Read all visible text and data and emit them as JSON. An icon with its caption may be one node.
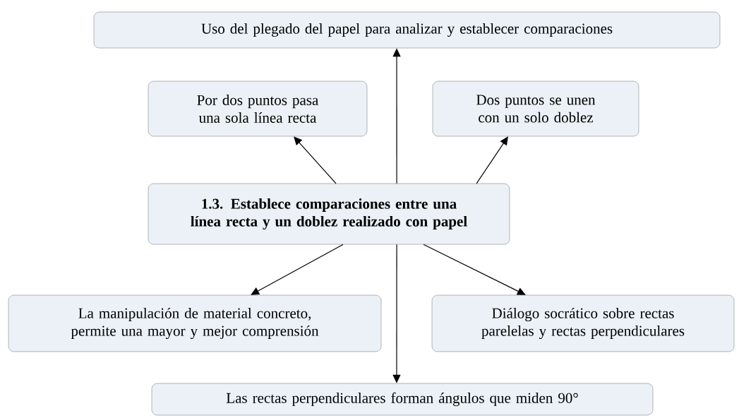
{
  "diagram": {
    "nodes": [
      {
        "text": [
          "1.3. Establece comparaciones entre una línea recta y un doblez realizado con papel"
        ]
      },
      {
        "text": [
          "Uso del plegado del papel para analizar y establecer comparaciones"
        ]
      },
      {
        "text": [
          "Por dos puntos pasa una sola línea recta"
        ]
      },
      {
        "text": [
          "Dos puntos se unen con un solo doblez"
        ]
      },
      {
        "text": [
          "La manipulación de material concreto, permite una mayor y mejor comprensión"
        ]
      },
      {
        "text": [
          "Diálogo socrático sobre rectas parelelas y rectas perpendiculares"
        ]
      },
      {
        "text": [
          "Las rectas perpendiculares forman ángulos que miden 90°"
        ]
      }
    ],
    "edges": [
      {
        "from": 0,
        "to": 1,
        "arrow": "to"
      },
      {
        "from": 0,
        "to": 2,
        "arrow": "to"
      },
      {
        "from": 0,
        "to": 3,
        "arrow": "to"
      },
      {
        "from": 0,
        "to": 4,
        "arrow": "to"
      },
      {
        "from": 0,
        "to": 5,
        "arrow": "to"
      },
      {
        "from": 0,
        "to": 6,
        "arrow": "to"
      }
    ]
  }
}
